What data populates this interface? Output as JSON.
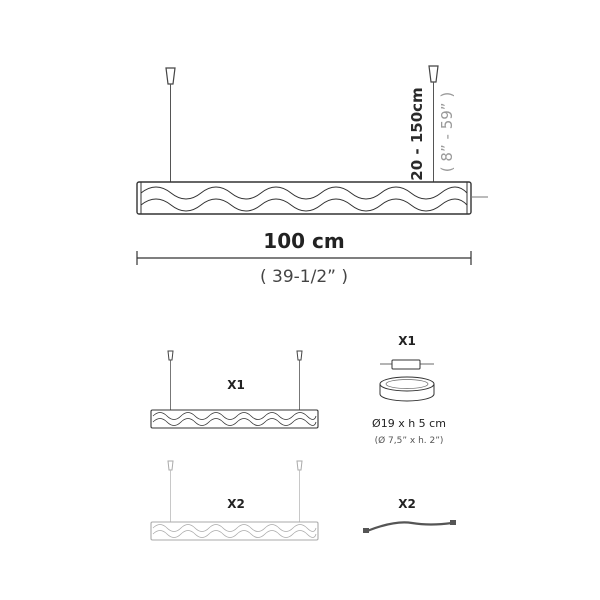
{
  "main_lamp": {
    "length_metric": "100 cm",
    "length_imperial": "( 39-1/2” )",
    "drop_metric": "20 - 150cm",
    "drop_imperial": "( 8” - 59” )"
  },
  "components": {
    "lamp_qty": "X1",
    "lamp_alt_qty": "X2",
    "driver_qty": "X1",
    "driver_dims_metric": "Ø19 x h 5 cm",
    "driver_dims_imperial": "(Ø 7,5” x h. 2”)",
    "cable_qty": "X2"
  },
  "colors": {
    "line": "#444444",
    "light_line": "#aaaaaa"
  }
}
